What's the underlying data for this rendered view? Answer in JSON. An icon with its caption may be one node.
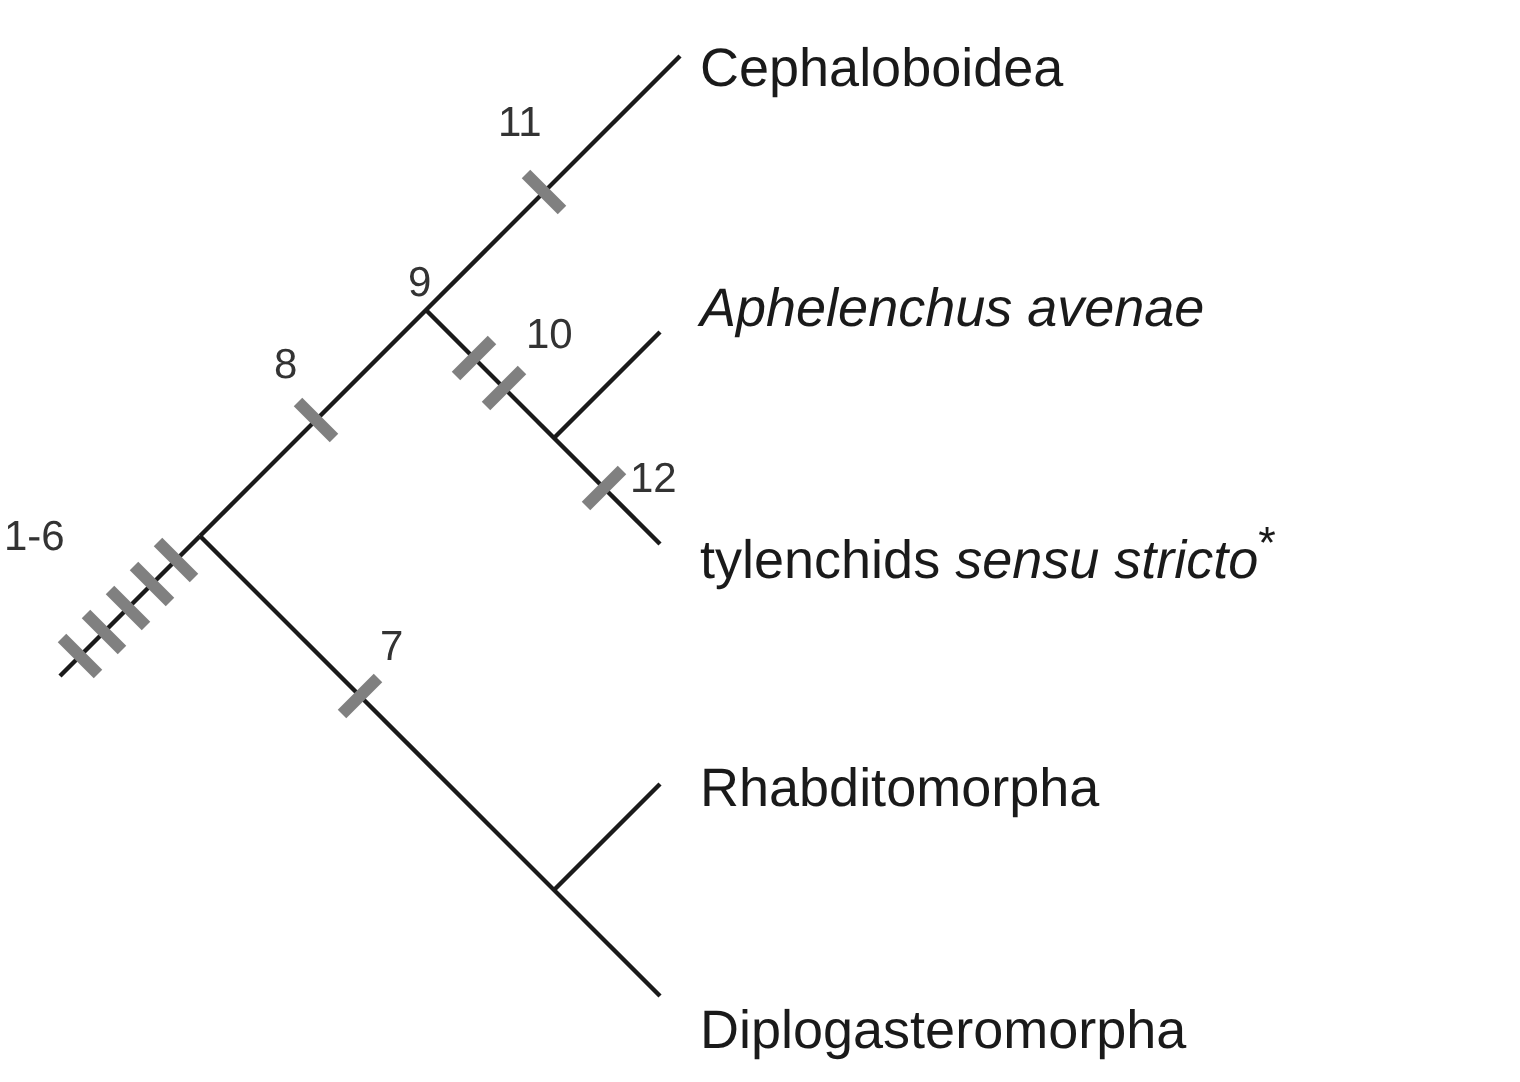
{
  "diagram": {
    "nodes": [
      {
        "text": [
          "Cephaloboidea"
        ]
      },
      {
        "text": [
          "Aphelenchus avenae"
        ]
      },
      {
        "text": [
          "tylenchids *sensu stricto*$^{*}$"
        ]
      },
      {
        "text": [
          "Rhabditomorpha"
        ]
      },
      {
        "text": [
          "Diplogasteromorpha"
        ]
      }
    ],
    "labels": [
      "11",
      "9",
      "10",
      "8",
      "12",
      "1-6",
      "7"
    ]
  }
}
